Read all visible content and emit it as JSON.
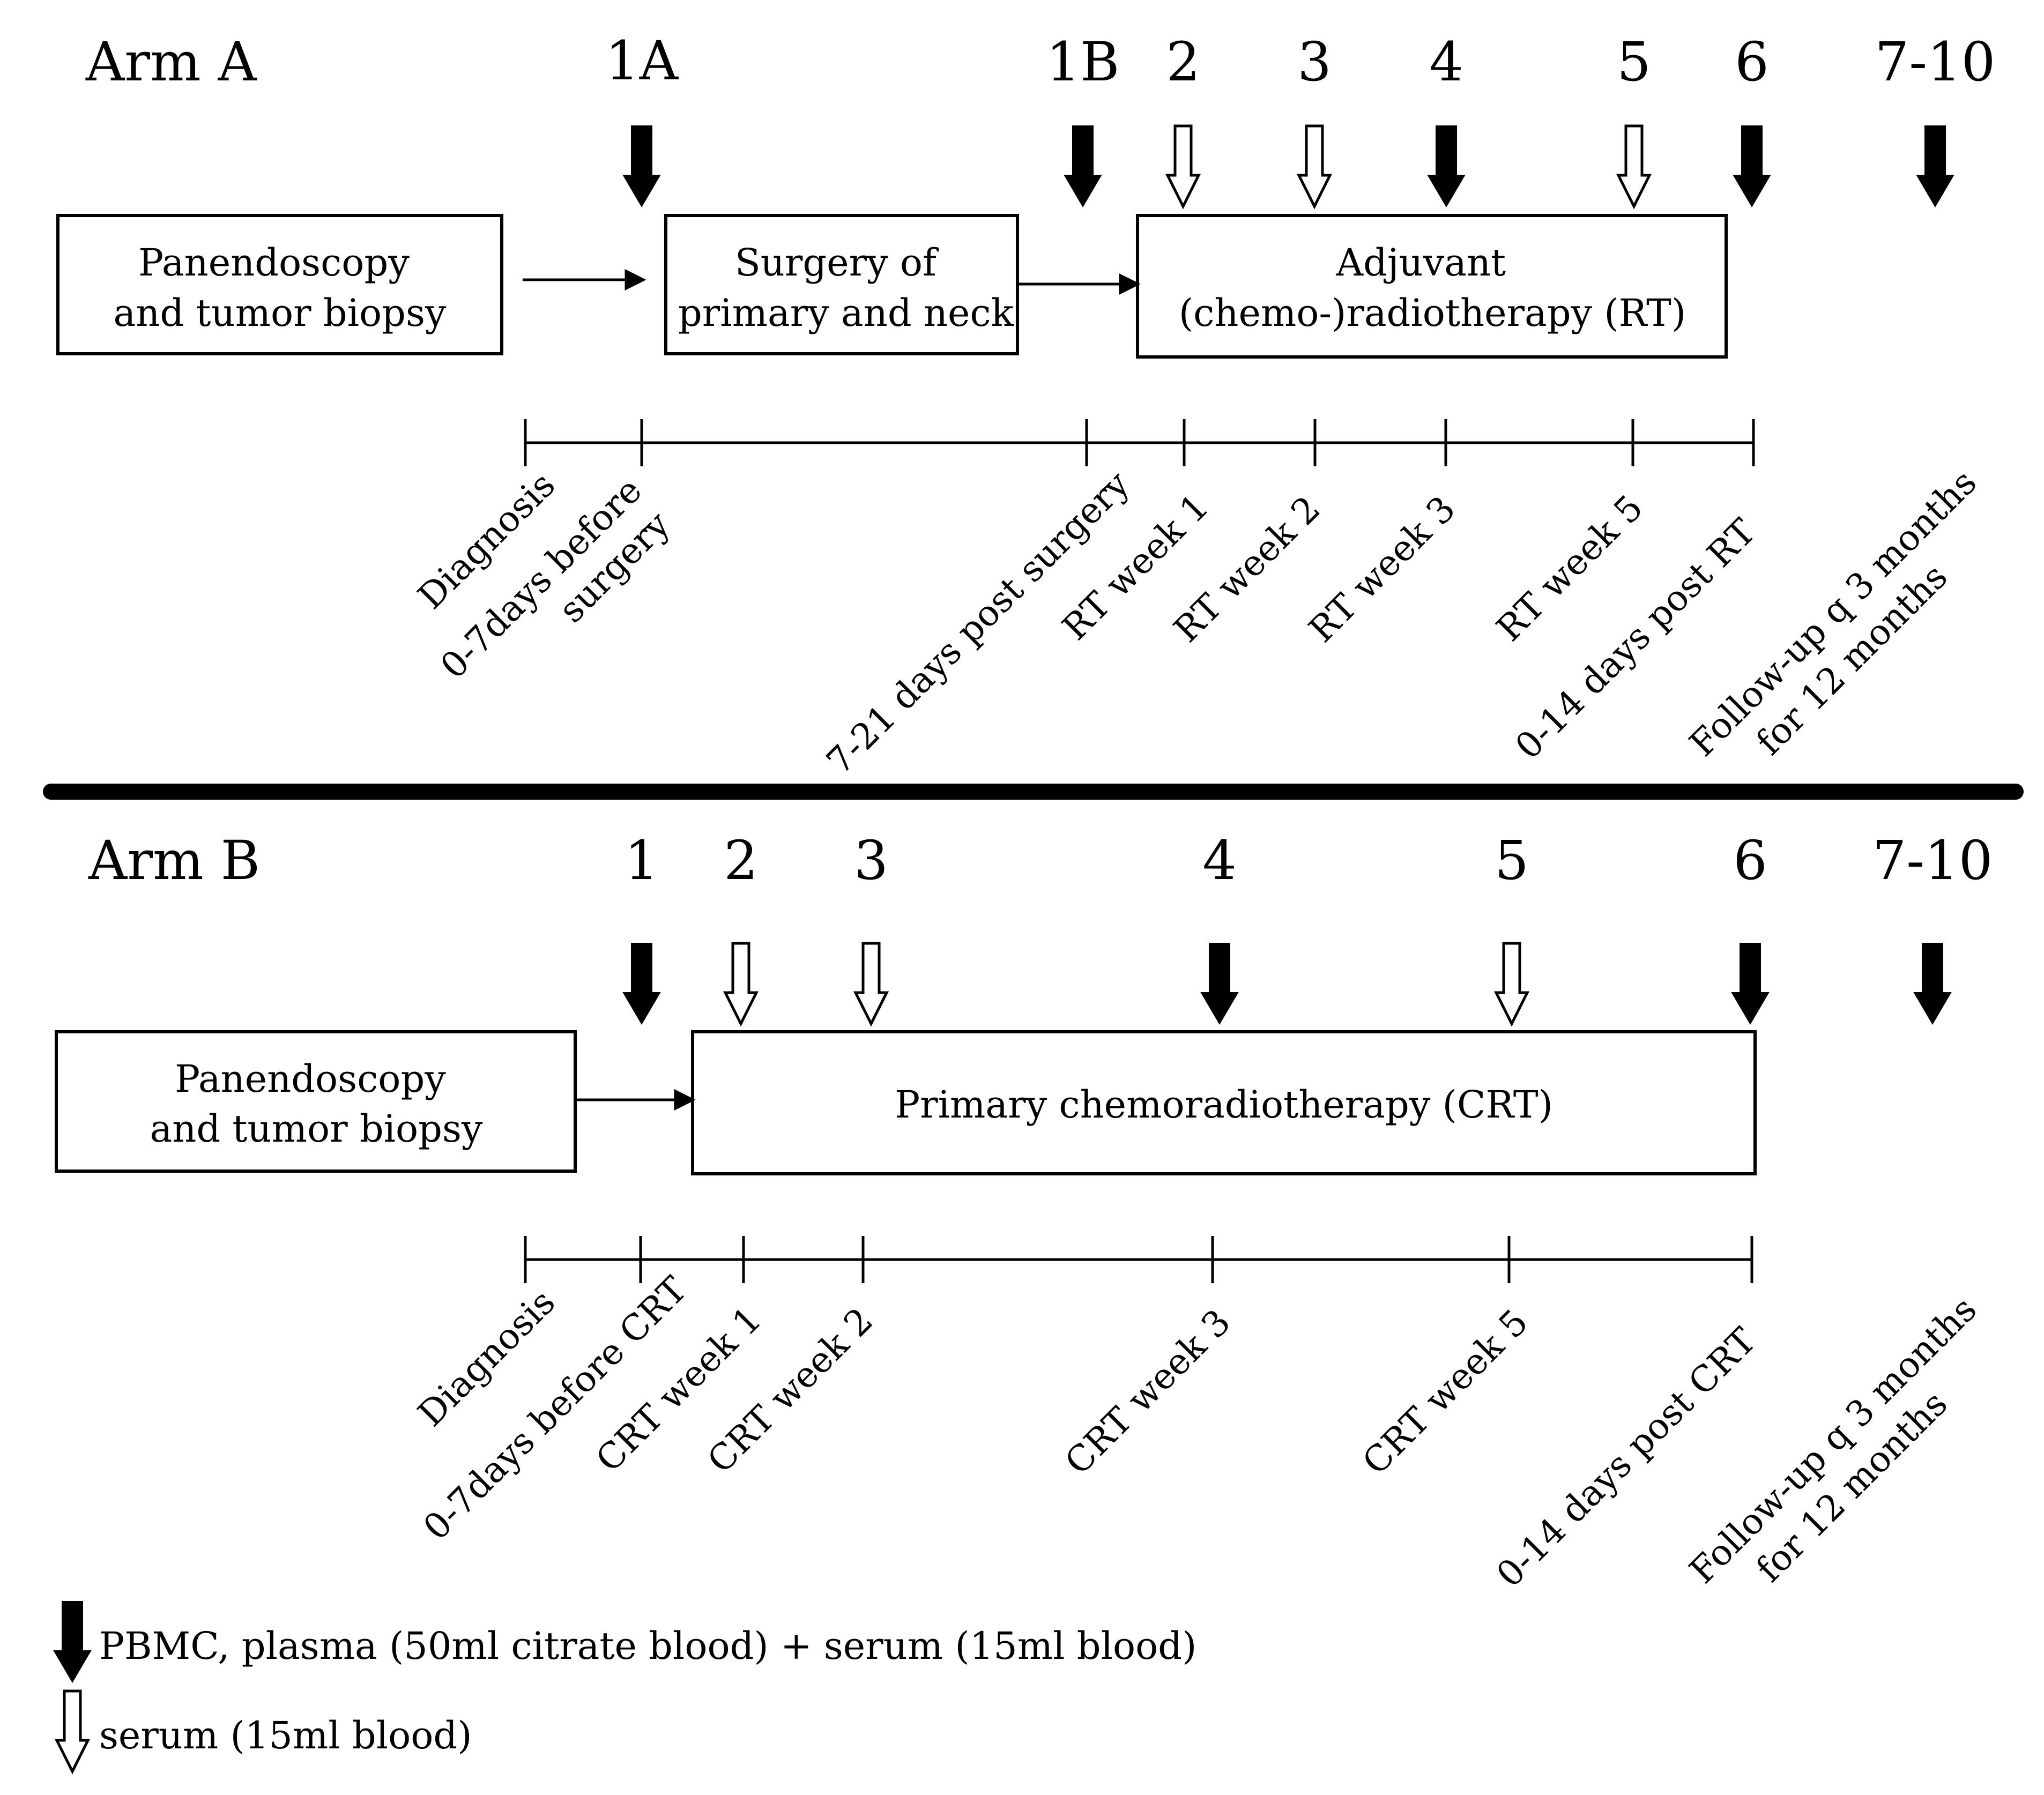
{
  "arm_a": {
    "title": "Arm A",
    "timepoints": [
      {
        "label": "1A",
        "kind": "filled"
      },
      {
        "label": "1B",
        "kind": "filled"
      },
      {
        "label": "2",
        "kind": "open"
      },
      {
        "label": "3",
        "kind": "open"
      },
      {
        "label": "4",
        "kind": "filled"
      },
      {
        "label": "5",
        "kind": "open"
      },
      {
        "label": "6",
        "kind": "filled"
      },
      {
        "label": "7-10",
        "kind": "filled"
      }
    ],
    "boxes": [
      {
        "lines": [
          "Panendoscopy",
          "and tumor biopsy"
        ]
      },
      {
        "lines": [
          "Surgery of",
          "primary and neck"
        ]
      },
      {
        "lines": [
          "Adjuvant",
          "(chemo-)radiotherapy (RT)"
        ]
      }
    ],
    "timeline_labels": [
      [
        "Diagnosis"
      ],
      [
        "0-7days before",
        "surgery"
      ],
      [
        "7-21 days post surgery"
      ],
      [
        "RT week 1"
      ],
      [
        "RT week 2"
      ],
      [
        "RT week 3"
      ],
      [
        "RT week 5"
      ],
      [
        "0-14 days post RT"
      ],
      [
        "Follow-up q 3 months",
        "for 12 months"
      ]
    ]
  },
  "arm_b": {
    "title": "Arm B",
    "timepoints": [
      {
        "label": "1",
        "kind": "filled"
      },
      {
        "label": "2",
        "kind": "open"
      },
      {
        "label": "3",
        "kind": "open"
      },
      {
        "label": "4",
        "kind": "filled"
      },
      {
        "label": "5",
        "kind": "open"
      },
      {
        "label": "6",
        "kind": "filled"
      },
      {
        "label": "7-10",
        "kind": "filled"
      }
    ],
    "boxes": [
      {
        "lines": [
          "Panendoscopy",
          "and tumor biopsy"
        ]
      },
      {
        "lines": [
          "Primary chemoradiotherapy (CRT)"
        ]
      }
    ],
    "timeline_labels": [
      [
        "Diagnosis"
      ],
      [
        "0-7days before CRT"
      ],
      [
        "CRT week 1"
      ],
      [
        "CRT week 2"
      ],
      [
        "CRT week 3"
      ],
      [
        "CRT week 5"
      ],
      [
        "0-14 days post CRT"
      ],
      [
        "Follow-up q 3 months",
        "for 12 months"
      ]
    ]
  },
  "legend": [
    {
      "kind": "filled",
      "text": "PBMC, plasma (50ml citrate blood) + serum (15ml blood)"
    },
    {
      "kind": "open",
      "text": "serum (15ml blood)"
    }
  ]
}
